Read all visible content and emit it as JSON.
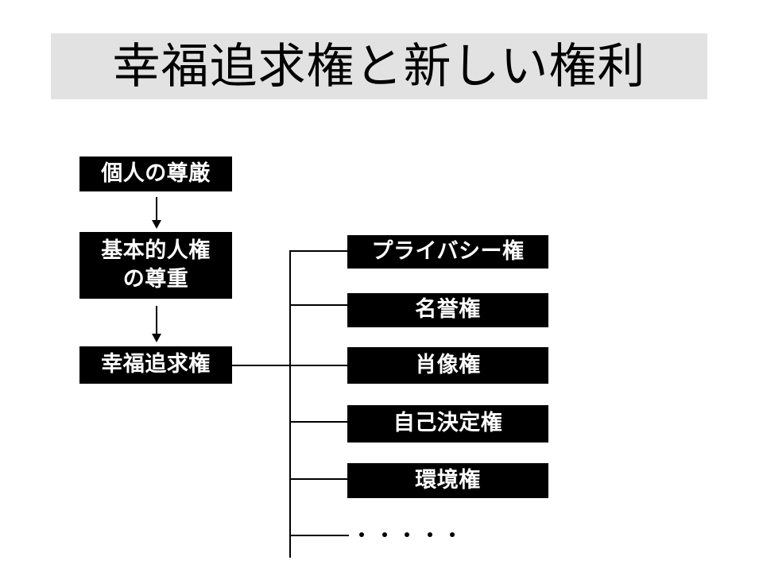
{
  "slide": {
    "title": "幸福追求権と新しい権利",
    "band_color": "#e2e2e2",
    "box_fill": "#000000",
    "box_text_color": "#ffffff",
    "background": "#ffffff"
  },
  "flow": {
    "left_column": [
      {
        "id": "dignity",
        "label": "個人の尊厳"
      },
      {
        "id": "rights",
        "label_line1": "基本的人権",
        "label_line2": "の尊重"
      },
      {
        "id": "pursuit",
        "label": "幸福追求権"
      }
    ],
    "right_column": [
      {
        "id": "privacy",
        "label": "プライバシー権"
      },
      {
        "id": "honor",
        "label": "名誉権"
      },
      {
        "id": "portrait",
        "label": "肖像権"
      },
      {
        "id": "selfdetermine",
        "label": "自己決定権"
      },
      {
        "id": "environment",
        "label": "環境権"
      }
    ],
    "ellipsis": {
      "label": "・・・・・",
      "dot_count": 5
    }
  }
}
